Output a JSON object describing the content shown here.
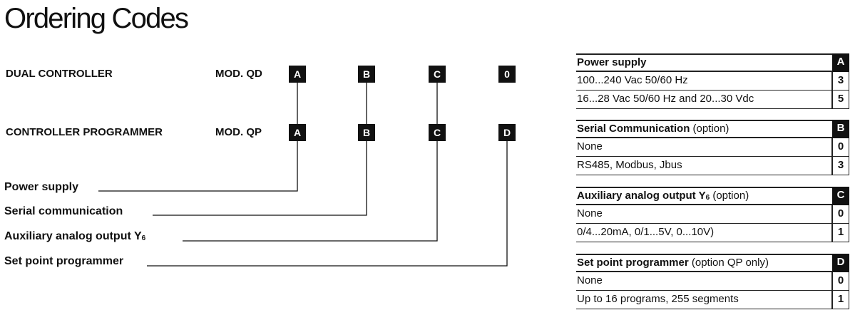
{
  "title": "Ordering Codes",
  "models": [
    {
      "name": "DUAL CONTROLLER",
      "mod": "MOD. QD",
      "codes": [
        "A",
        "B",
        "C",
        "0"
      ]
    },
    {
      "name": "CONTROLLER PROGRAMMER",
      "mod": "MOD. QP",
      "codes": [
        "A",
        "B",
        "C",
        "D"
      ]
    }
  ],
  "labels": [
    {
      "text": "Power supply"
    },
    {
      "text": "Serial communication"
    },
    {
      "text": "Auxiliary analog output Y",
      "sub": "6"
    },
    {
      "text": "Set point programmer"
    }
  ],
  "tables": [
    {
      "title": "Power supply",
      "option": "",
      "code": "A",
      "rows": [
        {
          "text": "100...240 Vac 50/60 Hz",
          "code": "3"
        },
        {
          "text": "16...28 Vac 50/60 Hz and 20...30 Vdc",
          "code": "5"
        }
      ]
    },
    {
      "title": "Serial Communication",
      "option": "(option)",
      "code": "B",
      "rows": [
        {
          "text": "None",
          "code": "0"
        },
        {
          "text": "RS485, Modbus, Jbus",
          "code": "3"
        }
      ]
    },
    {
      "title": "Auxiliary analog output Y",
      "title_sub": "6",
      "option": "(option)",
      "code": "C",
      "rows": [
        {
          "text": "None",
          "code": "0"
        },
        {
          "text": "0/4...20mA, 0/1...5V, 0...10V)",
          "code": "1"
        }
      ]
    },
    {
      "title": "Set point programmer",
      "option": "(option QP only)",
      "code": "D",
      "rows": [
        {
          "text": "None",
          "code": "0"
        },
        {
          "text": "Up to 16 programs, 255 segments",
          "code": "1"
        }
      ]
    }
  ]
}
